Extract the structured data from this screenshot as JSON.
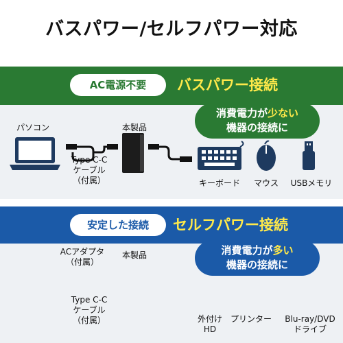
{
  "title": "バスパワー/セルフパワー対応",
  "section1": {
    "pill": "AC電源不要",
    "header": "バスパワー接続",
    "bubble": {
      "line1_pre": "消費電力が",
      "line1_hl": "少ない",
      "line2": "機器の接続に"
    },
    "pc_label": "パソコン",
    "product_label": "本製品",
    "cable_label": [
      "Type C-C",
      "ケーブル",
      "（付属）"
    ],
    "devices": [
      "キーボード",
      "マウス",
      "USBメモリ"
    ]
  },
  "section2": {
    "pill": "安定した接続",
    "header": "セルフパワー接続",
    "bubble": {
      "line1_pre": "消費電力が",
      "line1_hl": "多い",
      "line2": "機器の接続に"
    },
    "adapter_label": [
      "ACアダプタ",
      "（付属）"
    ],
    "product_label": "本製品",
    "cable_label": [
      "Type C-C",
      "ケーブル",
      "（付属）"
    ],
    "devices": [
      [
        "外付け",
        "HD"
      ],
      [
        "プリンター"
      ],
      [
        "Blu-ray/DVD",
        "ドライブ"
      ]
    ]
  },
  "colors": {
    "green": "#2a7a33",
    "blue": "#1b5aa8",
    "accent": "#ffe94a",
    "icon": "#1e3a5f",
    "panel": "#eef1f4"
  }
}
